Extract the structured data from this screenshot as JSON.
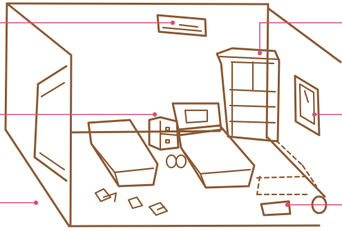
{
  "illustration": {
    "subject": "bedroom",
    "stroke_color": "#8a5a35",
    "leader_color": "#d94f7e"
  },
  "callouts": [
    {
      "id": "air-conditioner"
    },
    {
      "id": "wardrobe"
    },
    {
      "id": "nightstand"
    },
    {
      "id": "window"
    },
    {
      "id": "doorway"
    },
    {
      "id": "wastebasket"
    }
  ]
}
